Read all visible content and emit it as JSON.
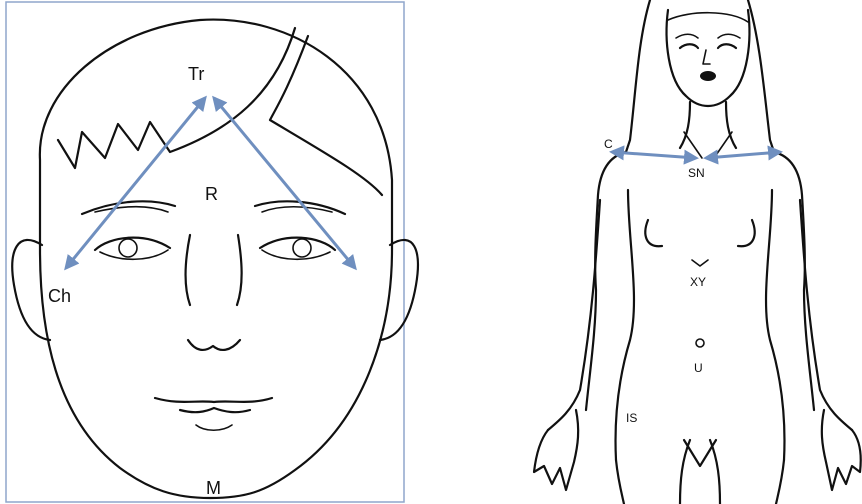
{
  "face": {
    "labels": {
      "tr": "Tr",
      "ch": "Ch",
      "r": "R",
      "m": "M"
    }
  },
  "body": {
    "labels": {
      "c": "C",
      "sn": "SN",
      "xy": "XY",
      "u": "U",
      "is": "IS"
    }
  },
  "colors": {
    "arrow": "#6f8fbf",
    "frame": "#8fa6cc",
    "ink": "#111111"
  }
}
